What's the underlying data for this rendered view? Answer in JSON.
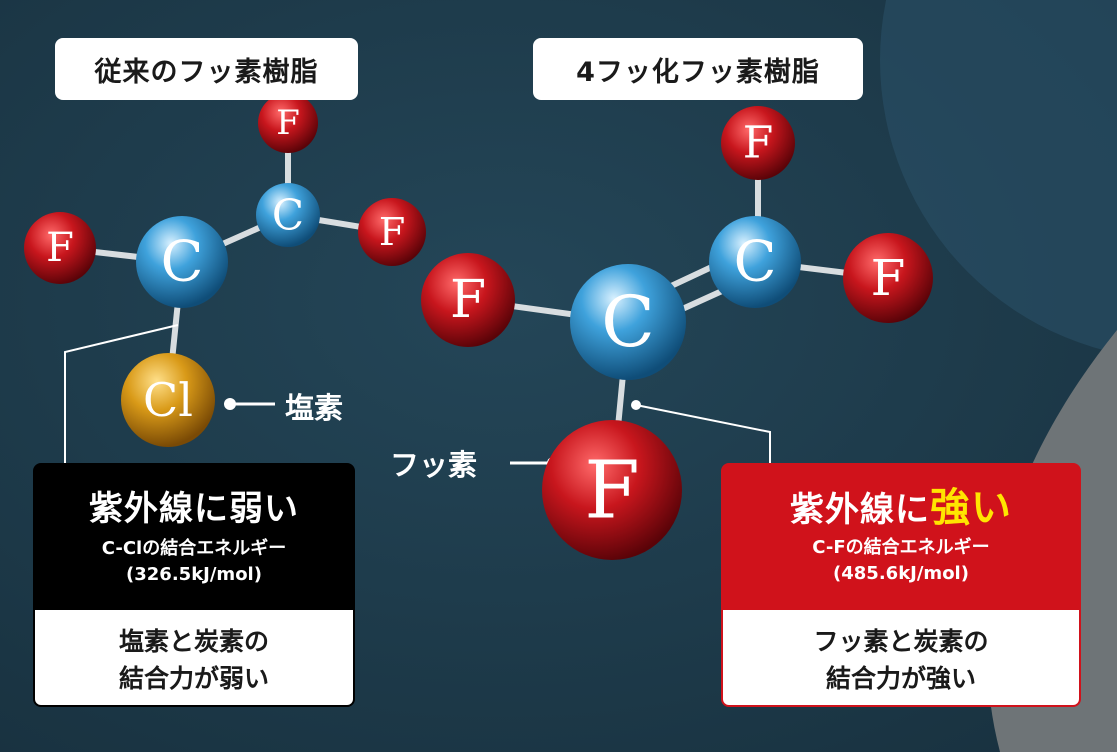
{
  "left": {
    "title": "従来のフッ素樹脂",
    "atoms": {
      "f_top": "F",
      "c_top": "C",
      "f_right": "F",
      "f_left": "F",
      "c_main": "C",
      "cl": "Cl"
    },
    "cl_label": "塩素",
    "box": {
      "heading": "紫外線に弱い",
      "energy_label": "C-Clの結合エネルギー",
      "energy_value": "(326.5kJ/mol)",
      "note_line1": "塩素と炭素の",
      "note_line2": "結合力が弱い"
    }
  },
  "right": {
    "title": "4フッ化フッ素樹脂",
    "atoms": {
      "f_top": "F",
      "c_top": "C",
      "f_right": "F",
      "f_left": "F",
      "c_main": "C",
      "f_bottom": "F"
    },
    "f_label": "フッ素",
    "box": {
      "heading_prefix": "紫外線に",
      "heading_emphasis": "強い",
      "energy_label": "C-Fの結合エネルギー",
      "energy_value": "(485.6kJ/mol)",
      "note_line1": "フッ素と炭素の",
      "note_line2": "結合力が強い"
    }
  },
  "colors": {
    "background": "#1f3e50",
    "fluorine": "#c8161d",
    "carbon": "#3fa2dc",
    "chlorine": "#d99a18",
    "weak_box": "#000000",
    "strong_box": "#d0121b",
    "emphasis": "#ffe500"
  }
}
